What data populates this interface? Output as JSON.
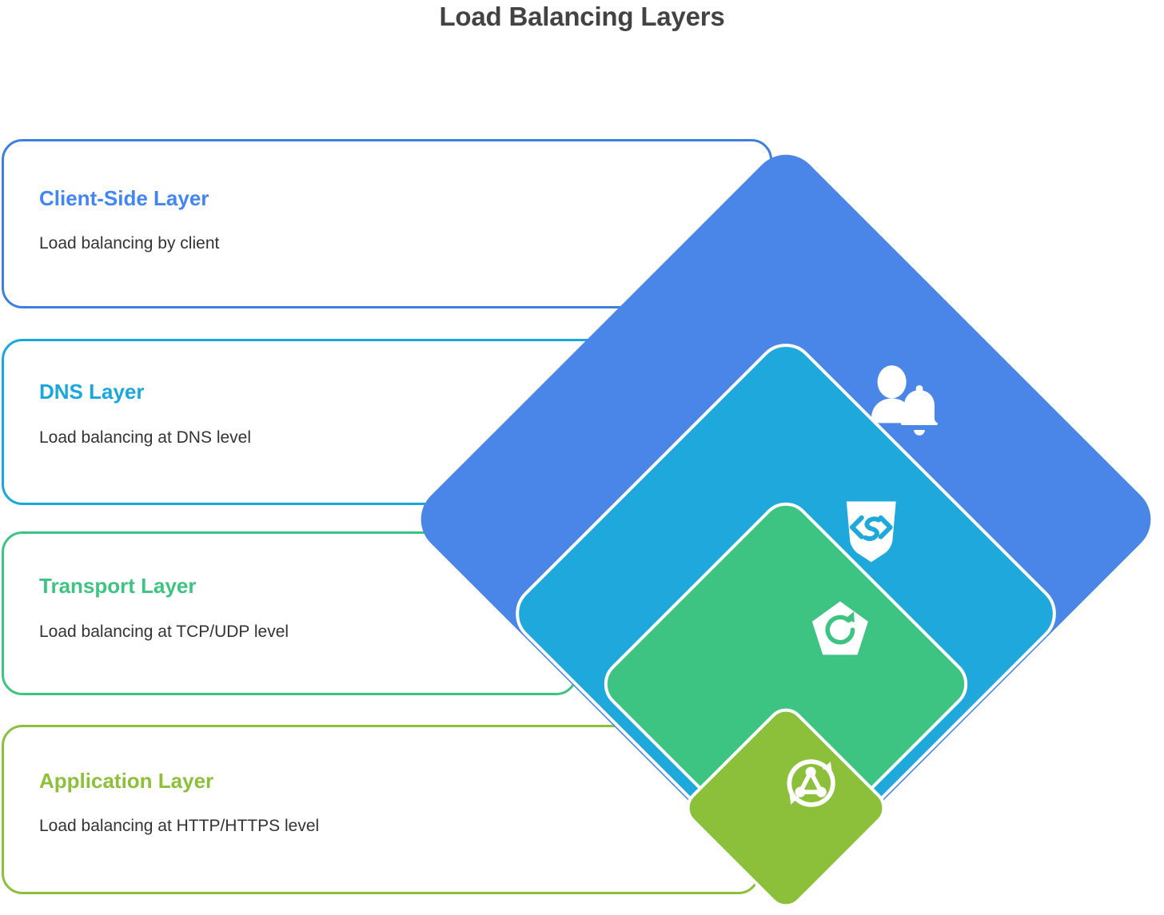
{
  "header": {
    "title": "Load Balancing Layers"
  },
  "colors": {
    "title_text": "#434343",
    "body_text": "#333333",
    "background": "#ffffff",
    "client_blue": "#4285f4",
    "client_diamond": "#4a86e8",
    "dns_cyan": "#1aa7dd",
    "dns_diamond": "#1fa8dc",
    "transport_green": "#3ec482",
    "transport_diamond": "#3ec482",
    "application_olive": "#8cc03a",
    "application_diamond": "#8cc03a",
    "icon_fill": "#ffffff"
  },
  "layers": [
    {
      "id": "client-side",
      "title": "Client-Side Layer",
      "description": "Load balancing by client",
      "accent": "#4285f4",
      "diamond_color": "#4a86e8",
      "icon": "user-bell-icon"
    },
    {
      "id": "dns",
      "title": "DNS Layer",
      "description": "Load balancing at DNS level",
      "accent": "#1aa7dd",
      "diamond_color": "#1fa8dc",
      "icon": "shield-code-icon"
    },
    {
      "id": "transport",
      "title": "Transport Layer",
      "description": "Load balancing at TCP/UDP level",
      "accent": "#3ec482",
      "diamond_color": "#3ec482",
      "icon": "pentagon-refresh-icon"
    },
    {
      "id": "application",
      "title": "Application Layer",
      "description": "Load balancing at HTTP/HTTPS level",
      "accent": "#8cc03a",
      "diamond_color": "#8cc03a",
      "icon": "auto-rotate-network-icon"
    }
  ]
}
